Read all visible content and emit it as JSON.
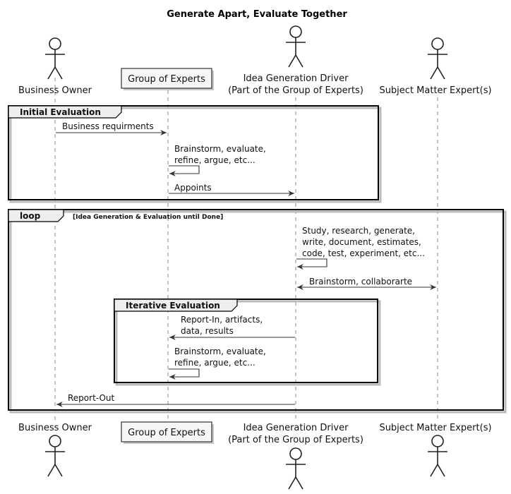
{
  "title": "Generate Apart, Evaluate Together",
  "participants": {
    "business_owner": "Business Owner",
    "group_of_experts": "Group of Experts",
    "idea_driver_line1": "Idea Generation Driver",
    "idea_driver_line2": "(Part of the Group of Experts)",
    "subject_matter_experts": "Subject Matter Expert(s)"
  },
  "frames": {
    "initial": {
      "label": "Initial Evaluation"
    },
    "loop": {
      "label": "loop",
      "condition": "[Idea Generation & Evaluation until Done]"
    },
    "iterative": {
      "label": "Iterative Evaluation"
    }
  },
  "messages": {
    "business_requirements": "Business requirments",
    "brainstorm1_line1": "Brainstorm, evaluate,",
    "brainstorm1_line2": "refine, argue, etc...",
    "appoints": "Appoints",
    "study_line1": "Study, research, generate,",
    "study_line2": "write, document, estimates,",
    "study_line3": "code, test, experiment, etc...",
    "collaborate": "Brainstorm, collaborarte",
    "report_in_line1": "Report-In, artifacts,",
    "report_in_line2": "data, results",
    "brainstorm2_line1": "Brainstorm, evaluate,",
    "brainstorm2_line2": "refine, argue, etc...",
    "report_out": "Report-Out"
  },
  "colors": {
    "frame_tab": "#eeeeee",
    "participant_box": "#f6f6f6",
    "lifeline": "#888888",
    "line": "#333333"
  }
}
